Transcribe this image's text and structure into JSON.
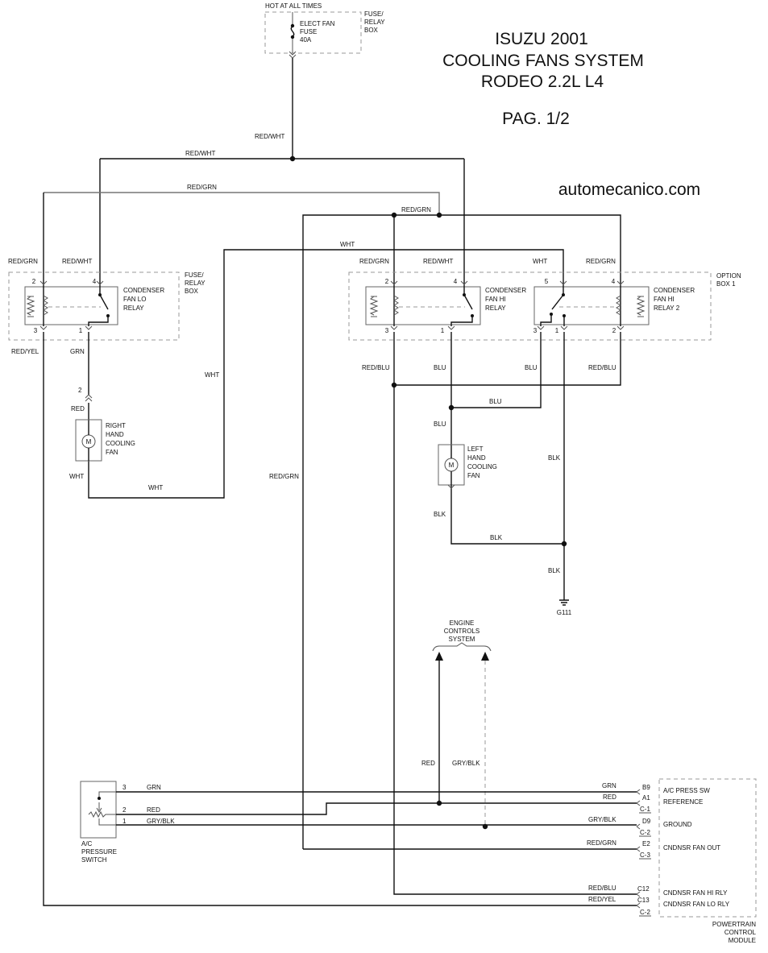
{
  "title": {
    "line1": "ISUZU 2001",
    "line2": "COOLING FANS SYSTEM",
    "line3": "RODEO 2.2L L4",
    "page": "PAG. 1/2"
  },
  "website": "automecanico.com",
  "power": {
    "hot_label": "HOT AT ALL TIMES",
    "fuse_name": "ELECT FAN",
    "fuse_word": "FUSE",
    "fuse_rating": "40A",
    "box_line1": "FUSE/",
    "box_line2": "RELAY",
    "box_line3": "BOX"
  },
  "wires": {
    "red_wht": "RED/WHT",
    "red_grn": "RED/GRN",
    "wht": "WHT",
    "red_yel": "RED/YEL",
    "grn": "GRN",
    "red": "RED",
    "red_blu": "RED/BLU",
    "blu": "BLU",
    "blk": "BLK",
    "gry_blk": "GRY/BLK"
  },
  "relay_lo": {
    "name1": "CONDENSER",
    "name2": "FAN LO",
    "name3": "RELAY",
    "box1": "FUSE/",
    "box2": "RELAY",
    "box3": "BOX",
    "pins": [
      "2",
      "4",
      "3",
      "1"
    ]
  },
  "relay_hi": {
    "name1": "CONDENSER",
    "name2": "FAN HI",
    "name3": "RELAY",
    "pins": [
      "2",
      "4",
      "3",
      "1"
    ]
  },
  "relay_hi2": {
    "name1": "CONDENSER",
    "name2": "FAN HI",
    "name3": "RELAY 2",
    "pins": [
      "5",
      "4",
      "3",
      "1",
      "2"
    ]
  },
  "option_box": {
    "line1": "OPTION",
    "line2": "BOX 1"
  },
  "right_fan": {
    "line1": "RIGHT",
    "line2": "HAND",
    "line3": "COOLING",
    "line4": "FAN",
    "pin": "2",
    "motor": "M"
  },
  "left_fan": {
    "line1": "LEFT",
    "line2": "HAND",
    "line3": "COOLING",
    "line4": "FAN",
    "motor": "M"
  },
  "ground": "G111",
  "ecs": {
    "line1": "ENGINE",
    "line2": "CONTROLS",
    "line3": "SYSTEM"
  },
  "switch": {
    "line1": "A/C",
    "line2": "PRESSURE",
    "line3": "SWITCH",
    "pins": [
      "3",
      "2",
      "1"
    ]
  },
  "pcm": {
    "line1": "POWERTRAIN",
    "line2": "CONTROL",
    "line3": "MODULE",
    "rows": [
      {
        "wire": "GRN",
        "pin": "B9",
        "connector": "C-1",
        "signal": "A/C PRESS SW"
      },
      {
        "wire": "RED",
        "pin": "A1",
        "connector": "C-1",
        "signal": "REFERENCE"
      },
      {
        "wire": "GRY/BLK",
        "pin": "D9",
        "connector": "C-2",
        "signal": "GROUND"
      },
      {
        "wire": "RED/GRN",
        "pin": "E2",
        "connector": "C-3",
        "signal": "CNDNSR FAN OUT"
      },
      {
        "wire": "RED/BLU",
        "pin": "C12",
        "connector": "",
        "signal": "CNDNSR FAN HI RLY"
      },
      {
        "wire": "RED/YEL",
        "pin": "C13",
        "connector": "C-2",
        "signal": "CNDNSR FAN LO RLY"
      }
    ]
  }
}
